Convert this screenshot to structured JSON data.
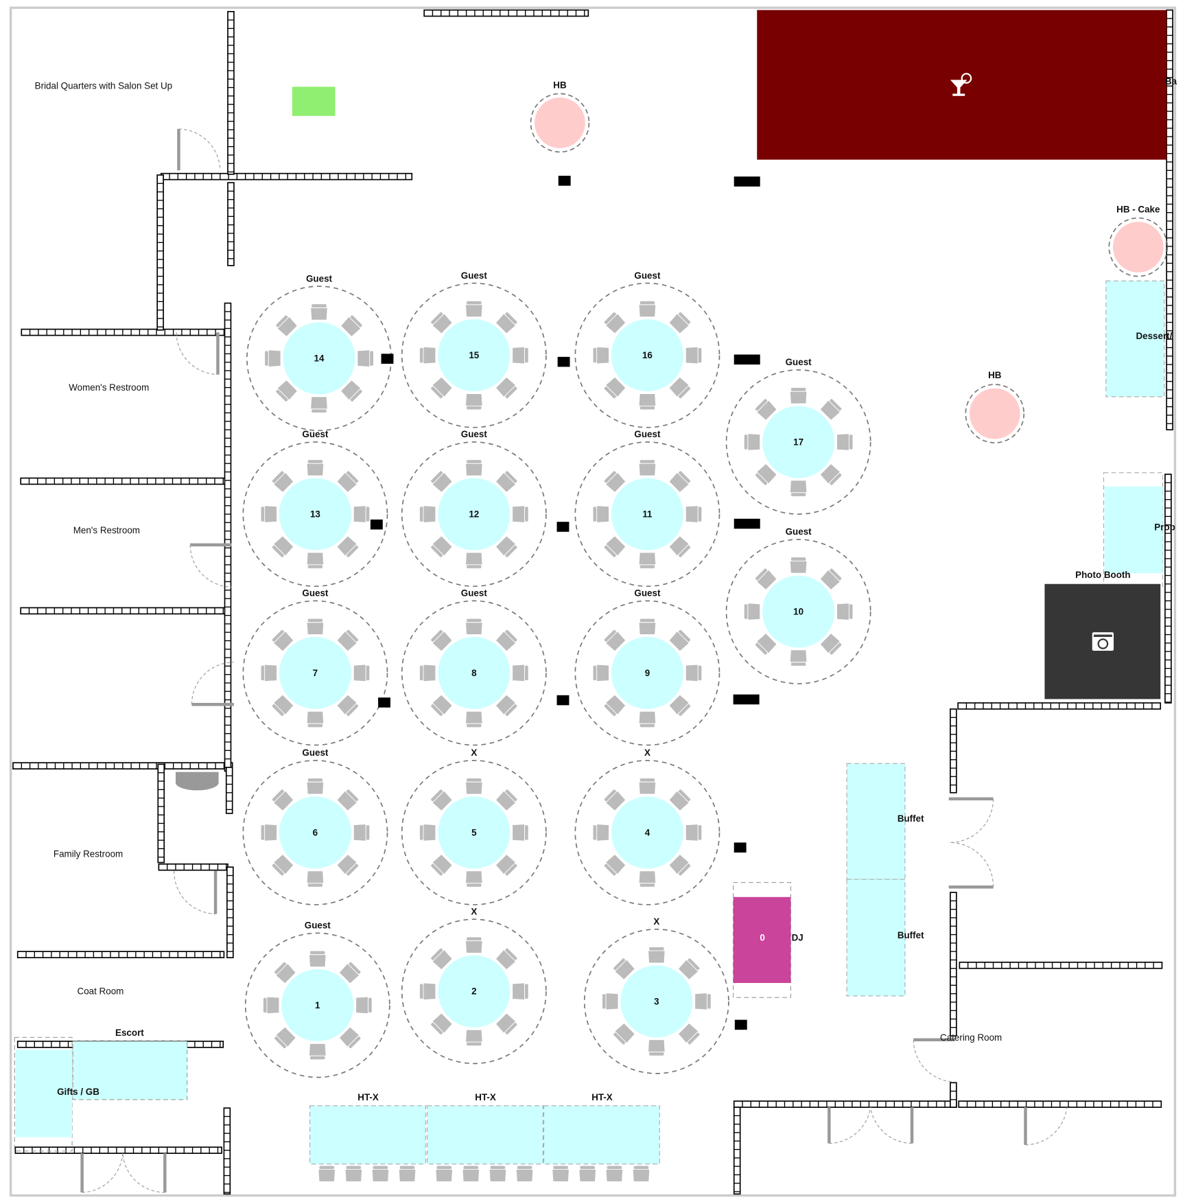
{
  "rooms": {
    "bridal": "Bridal Quarters with Salon Set Up",
    "womens": "Women's Restroom",
    "mens": "Men's Restroom",
    "family": "Family Restroom",
    "coat": "Coat Room",
    "catering": "Catering Room"
  },
  "stations": {
    "bar": "Ba",
    "hb_top": "HB",
    "hb_right": "HB",
    "hb_cake": "HB - Cake",
    "dessert": "Dessert/",
    "props": "Prop",
    "photo_booth": "Photo Booth",
    "buffet_1": "Buffet",
    "buffet_2": "Buffet",
    "dj": "DJ",
    "dj_number": "0",
    "escort": "Escort",
    "gifts": "Gifts / GB",
    "head_tables": [
      "HT-X",
      "HT-X",
      "HT-X"
    ]
  },
  "tables": [
    {
      "number": "14",
      "label": "Guest"
    },
    {
      "number": "15",
      "label": "Guest"
    },
    {
      "number": "16",
      "label": "Guest"
    },
    {
      "number": "17",
      "label": "Guest"
    },
    {
      "number": "13",
      "label": "Guest"
    },
    {
      "number": "12",
      "label": "Guest"
    },
    {
      "number": "11",
      "label": "Guest"
    },
    {
      "number": "10",
      "label": "Guest"
    },
    {
      "number": "7",
      "label": "Guest"
    },
    {
      "number": "8",
      "label": "Guest"
    },
    {
      "number": "9",
      "label": "Guest"
    },
    {
      "number": "6",
      "label": "Guest"
    },
    {
      "number": "5",
      "label": "X"
    },
    {
      "number": "4",
      "label": "X"
    },
    {
      "number": "1",
      "label": "Guest"
    },
    {
      "number": "2",
      "label": "X"
    },
    {
      "number": "3",
      "label": "X"
    }
  ],
  "icons": {
    "bar": "cocktail-icon",
    "photo_booth": "camera-icon"
  },
  "colors": {
    "bar": "#780000",
    "table": "#CCFFFF",
    "chair": "#BBBBBB",
    "highboy": "#FFCCCC",
    "photo_booth": "#363636",
    "dj": "#C9449A",
    "green_block": "#90EE70"
  }
}
